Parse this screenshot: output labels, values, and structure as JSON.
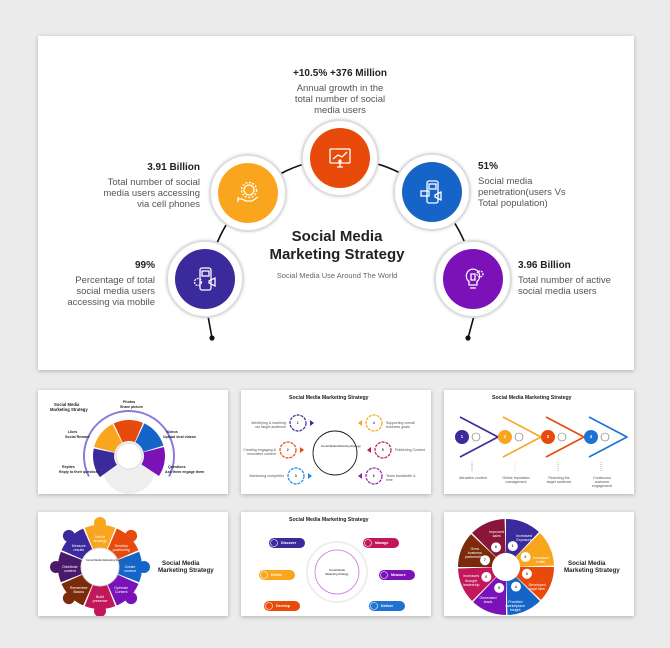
{
  "main": {
    "title_line1": "Social Media",
    "title_line2": "Marketing Strategy",
    "subtitle": "Social Media Use Around The World",
    "stats": [
      {
        "value": "+10.5% +376 Million",
        "desc": [
          "Annual growth in the",
          "total number of social",
          "media users"
        ],
        "color": "#e84a0c",
        "icon": "monitor-chart-icon"
      },
      {
        "value": "3.91 Billion",
        "desc": [
          "Total number of social",
          "media users accessing",
          "via cell phones"
        ],
        "color": "#f9a51e",
        "icon": "hand-gear-icon"
      },
      {
        "value": "51%",
        "desc": [
          "Social media",
          "penetration(users Vs",
          "Total population)"
        ],
        "color": "#1565c8",
        "icon": "phone-megaphone-icon"
      },
      {
        "value": "99%",
        "desc": [
          "Percentage of total",
          "social media users",
          "accessing via mobile"
        ],
        "color": "#3a2a9c",
        "icon": "phone-gear-icon"
      },
      {
        "value": "3.96 Billion",
        "desc": [
          "Total number of active",
          "social media users"
        ],
        "color": "#7a12b8",
        "icon": "lightbulb-icon"
      }
    ]
  },
  "thumbnails": {
    "title": "Social Media Marketing Strategy",
    "title_line1": "Social Media",
    "title_line2": "Marketing Strategy",
    "t1": {
      "items": [
        {
          "head": "Photos",
          "sub": "Share picture"
        },
        {
          "head": "Likes",
          "sub": "Social Reward"
        },
        {
          "head": "Videos",
          "sub": "Upload viral videos"
        },
        {
          "head": "Replies",
          "sub": "Reply to their questions"
        },
        {
          "head": "Questions",
          "sub": "Ask them engage them"
        }
      ],
      "colors": [
        "#3a2a9c",
        "#f9a51e",
        "#e84a0c",
        "#1565c8",
        "#7a12b8"
      ]
    },
    "t2": {
      "items": [
        {
          "n": "1",
          "text": "Identifying & reaching our target audience",
          "color": "#3a2a9c"
        },
        {
          "n": "2",
          "text": "Creating engaging & innovative content",
          "color": "#e84a0c"
        },
        {
          "n": "3",
          "text": "Monitoring competitor",
          "color": "#1e88e5"
        },
        {
          "n": "4",
          "text": "Supporting overall business goals",
          "color": "#f9a51e"
        },
        {
          "n": "5",
          "text": "Publishing Content",
          "color": "#c2185b"
        },
        {
          "n": "6",
          "text": "Team bandwidth & time",
          "color": "#8e24aa"
        }
      ]
    },
    "t3": {
      "items": [
        {
          "n": "1",
          "text": "Attractive content",
          "color": "#3a2a9c"
        },
        {
          "n": "2",
          "text": "Online reputation management",
          "color": "#f9a51e"
        },
        {
          "n": "3",
          "text": "Reaching the target audience",
          "color": "#e84a0c"
        },
        {
          "n": "4",
          "text": "Continuous customer engagement",
          "color": "#1e73d2"
        }
      ]
    },
    "t4": {
      "items": [
        {
          "text": "Define strategy",
          "color": "#f9a51e"
        },
        {
          "text": "Develop positioning",
          "color": "#e84a0c"
        },
        {
          "text": "Create content",
          "color": "#1565c8"
        },
        {
          "text": "Optimize Content",
          "color": "#7a12b8"
        },
        {
          "text": "Build presence",
          "color": "#c2185b"
        },
        {
          "text": "Remember Basics",
          "color": "#7b2a0c"
        },
        {
          "text": "Distribute content",
          "color": "#4a1a6a"
        },
        {
          "text": "Measure results",
          "color": "#3a2a9c"
        }
      ]
    },
    "t5": {
      "items": [
        {
          "text": "Discover",
          "color": "#3a2a9c"
        },
        {
          "text": "Manage",
          "color": "#c2185b"
        },
        {
          "text": "Define",
          "color": "#f9a51e"
        },
        {
          "text": "Measure",
          "color": "#7a12b8"
        },
        {
          "text": "Develop",
          "color": "#e84a0c"
        },
        {
          "text": "Deliver",
          "color": "#1e73d2"
        }
      ]
    },
    "t6": {
      "items": [
        {
          "n": "1",
          "text": "Increased Exposure",
          "color": "#3a2a9c"
        },
        {
          "n": "2",
          "text": "Increased traffic",
          "color": "#f9a51e"
        },
        {
          "n": "3",
          "text": "Developed loyal fans",
          "color": "#e84a0c"
        },
        {
          "n": "4",
          "text": "Provided marketplace insight",
          "color": "#1565c8"
        },
        {
          "n": "5",
          "text": "Generated leads",
          "color": "#7a12b8"
        },
        {
          "n": "6",
          "text": "Increased thought leadership",
          "color": "#c2185b"
        },
        {
          "n": "7",
          "text": "Grew business partnerships",
          "color": "#7b2a0c"
        },
        {
          "n": "8",
          "text": "Improved sales",
          "color": "#8a1538"
        }
      ]
    }
  }
}
